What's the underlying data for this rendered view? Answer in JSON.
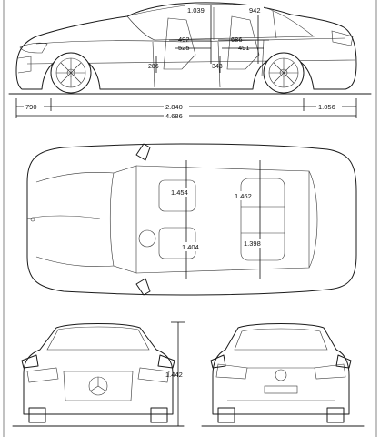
{
  "side_view": {
    "overall_length": "4.686",
    "front_overhang": "790",
    "wheelbase": "2.840",
    "rear_overhang": "1.056",
    "front_headroom": "1.039",
    "rear_headroom": "942",
    "front_legroom_a": "492",
    "front_legroom_b": "525",
    "rear_legroom_a": "686",
    "rear_legroom_b": "491",
    "front_seat_height": "286",
    "rear_seat_height": "343"
  },
  "top_view": {
    "front_shoulder_width": "1.454",
    "rear_shoulder_width": "1.462",
    "front_hip_width": "1.404",
    "rear_hip_width": "1.398"
  },
  "front_view": {
    "overall_height": "1.442"
  }
}
